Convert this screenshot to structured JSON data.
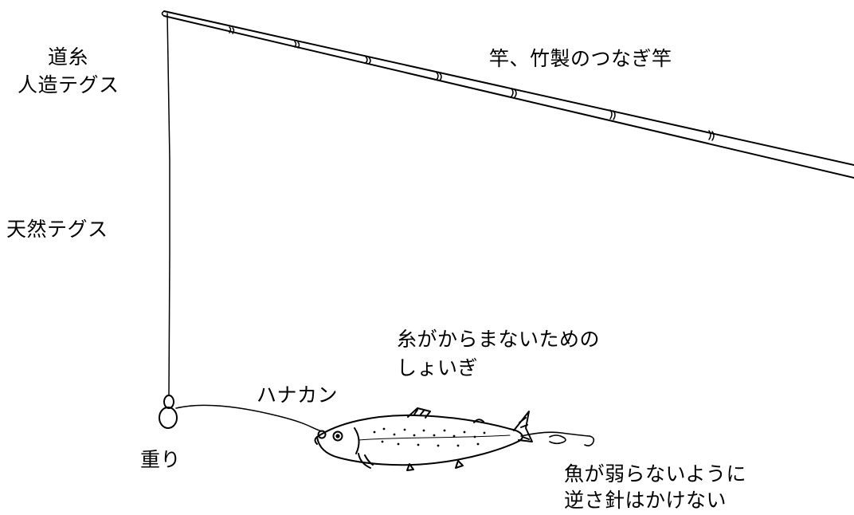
{
  "labels": {
    "line_top": "道糸",
    "line_artificial": "人造テグス",
    "rod": "竿、竹製のつなぎ竿",
    "line_natural": "天然テグス",
    "swivel_line1": "糸がからまないための",
    "swivel_line2": "しょいぎ",
    "nose_ring": "ハナカン",
    "sinker": "重り",
    "hook_line1": "魚が弱らないように",
    "hook_line2": "逆さ針はかけない"
  }
}
